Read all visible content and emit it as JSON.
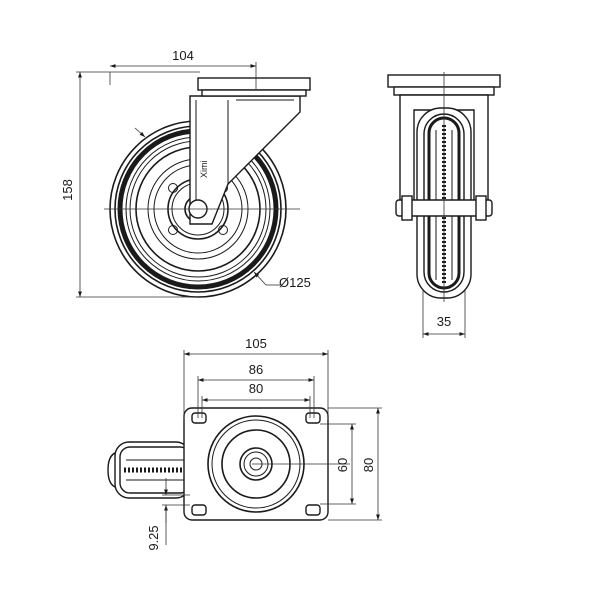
{
  "dimensions": {
    "plate_width_side": "104",
    "total_height": "158",
    "wheel_diameter": "Ø125",
    "wheel_width": "35",
    "plate_length": "105",
    "hole_spacing_outer": "86",
    "hole_spacing_inner": "80",
    "plate_width_inner": "60",
    "plate_width_outer": "80",
    "hole_diameter": "9.25"
  },
  "logo_text": "Ximi"
}
